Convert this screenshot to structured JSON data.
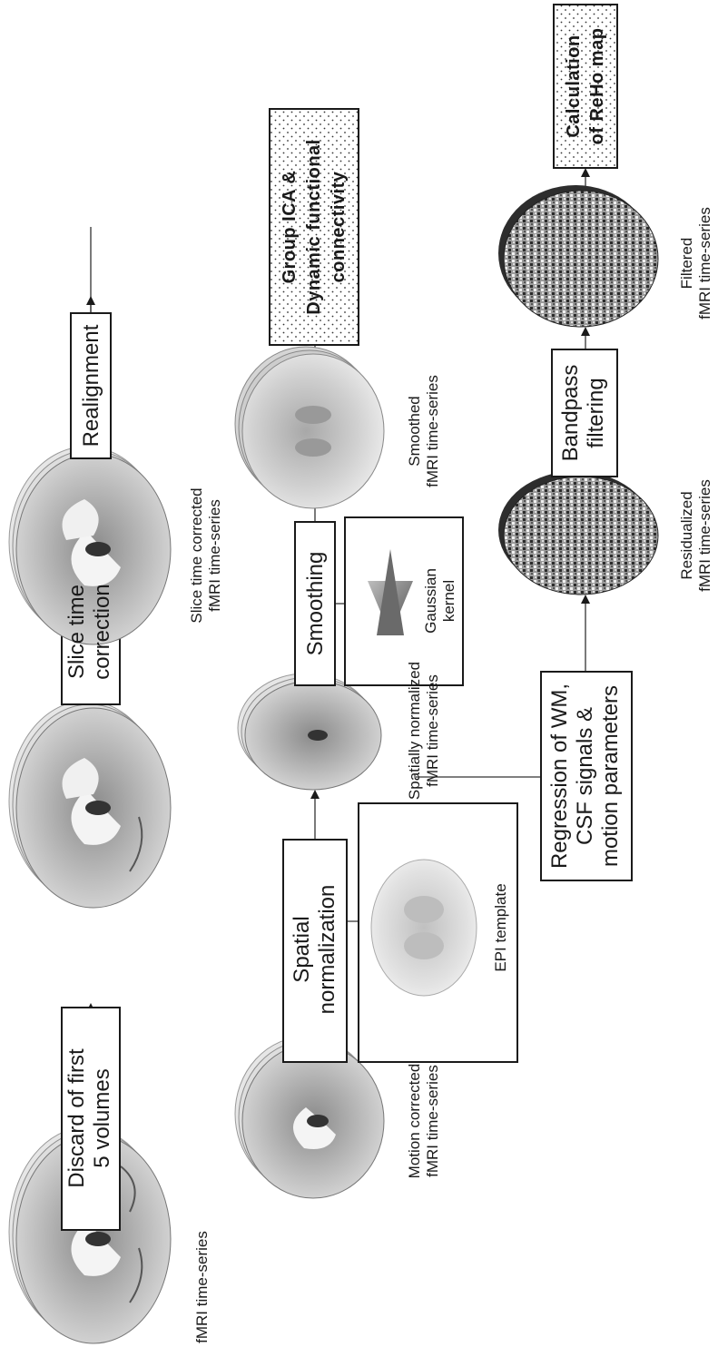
{
  "rows": [
    {
      "steps": [
        {
          "type": "brain",
          "style": "anatomical",
          "caption": [
            "fMRI time-series"
          ]
        },
        {
          "type": "box",
          "lines": [
            "Discard of first",
            "5 volumes"
          ]
        },
        {
          "type": "brain",
          "style": "anatomical",
          "caption": []
        },
        {
          "type": "box",
          "lines": [
            "Slice time",
            "correction"
          ]
        },
        {
          "type": "brain",
          "style": "anatomical",
          "caption": [
            "Slice time corrected",
            "fMRI time-series"
          ]
        },
        {
          "type": "box",
          "lines": [
            "Realignment"
          ]
        }
      ]
    },
    {
      "steps": [
        {
          "type": "brain",
          "style": "anatomical",
          "caption": [
            "Motion corrected",
            "fMRI time-series"
          ]
        },
        {
          "type": "box",
          "lines": [
            "Spatial",
            "normalization"
          ],
          "inset": {
            "image": "epi-template",
            "label": [
              "EPI template"
            ]
          }
        },
        {
          "type": "brain",
          "style": "anatomical",
          "caption": [
            "Spatially normalized",
            "fMRI time-series"
          ]
        },
        {
          "type": "box",
          "lines": [
            "Smoothing"
          ],
          "inset": {
            "image": "gaussian-kernel",
            "label": [
              "Gaussian",
              "kernel"
            ]
          }
        },
        {
          "type": "brain",
          "style": "smooth",
          "caption": [
            "Smoothed",
            "fMRI time-series"
          ]
        },
        {
          "type": "output",
          "lines": [
            "Group ICA &",
            "Dynamic functional",
            "connectivity"
          ]
        }
      ]
    },
    {
      "steps": [
        {
          "type": "box",
          "lines": [
            "Regression of WM,",
            "CSF signals &",
            "motion parameters"
          ]
        },
        {
          "type": "brain",
          "style": "noise",
          "caption": [
            "Residualized",
            "fMRI time-series"
          ]
        },
        {
          "type": "box",
          "lines": [
            "Bandpass",
            "filtering"
          ]
        },
        {
          "type": "brain",
          "style": "noise",
          "caption": [
            "Filtered",
            "fMRI time-series"
          ]
        },
        {
          "type": "output",
          "lines": [
            "Calculation",
            "of ReHo map"
          ]
        }
      ]
    }
  ]
}
